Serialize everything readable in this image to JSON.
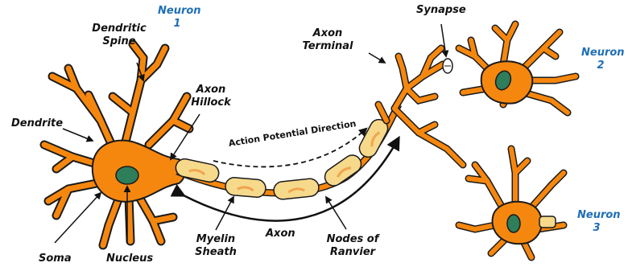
{
  "labels": {
    "neuron1": [
      "Neuron",
      "1"
    ],
    "neuron2": [
      "Neuron",
      "2"
    ],
    "neuron3": [
      "Neuron",
      "3"
    ],
    "dendritic_spine": [
      "Dendritic",
      "Spine"
    ],
    "dendrite": "Dendrite",
    "axon_hillock": [
      "Axon",
      "Hillock"
    ],
    "axon_terminal": [
      "Axon",
      "Terminal"
    ],
    "synapse": "Synapse",
    "action_potential": "Action Potential Direction",
    "soma": "Soma",
    "nucleus": "Nucleus",
    "myelin_sheath": [
      "Myelin",
      "Sheath"
    ],
    "axon": "Axon",
    "nodes_of_ranvier": [
      "Nodes of",
      "Ranvier"
    ]
  },
  "colors": {
    "cell_body": "#f5870f",
    "outline": "#1a1a1a",
    "nucleus": "#2e7d5b",
    "myelin": "#f7d98b",
    "myelin_mark": "#f0a550",
    "neuron_label": "#1f6fb5"
  }
}
